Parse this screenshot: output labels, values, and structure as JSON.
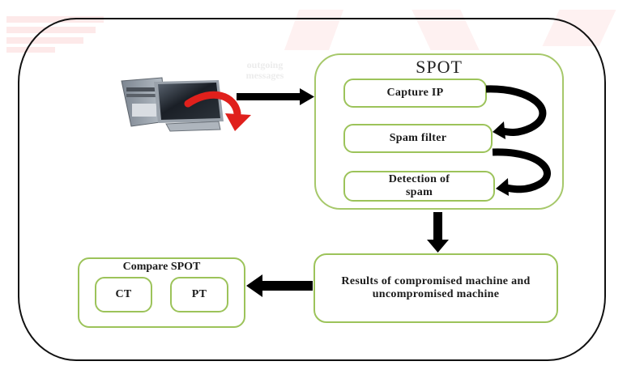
{
  "diagram": {
    "title": "SPOT",
    "source": {
      "icon": "desktop-computer-icon",
      "label": "outgoing messages"
    },
    "spot_steps": [
      {
        "label": "Capture IP"
      },
      {
        "label": "Spam filter"
      },
      {
        "label": "Detection of spam"
      }
    ],
    "results": {
      "label": "Results of compromised machine and uncompromised machine"
    },
    "compare": {
      "title": "Compare SPOT",
      "items": [
        {
          "label": "CT"
        },
        {
          "label": "PT"
        }
      ]
    },
    "colors": {
      "box_border": "#9cc35a",
      "frame_border": "#111111",
      "arrow": "#000000",
      "source_arrow": "#e0201c",
      "watermark": "#fde4e4"
    }
  }
}
